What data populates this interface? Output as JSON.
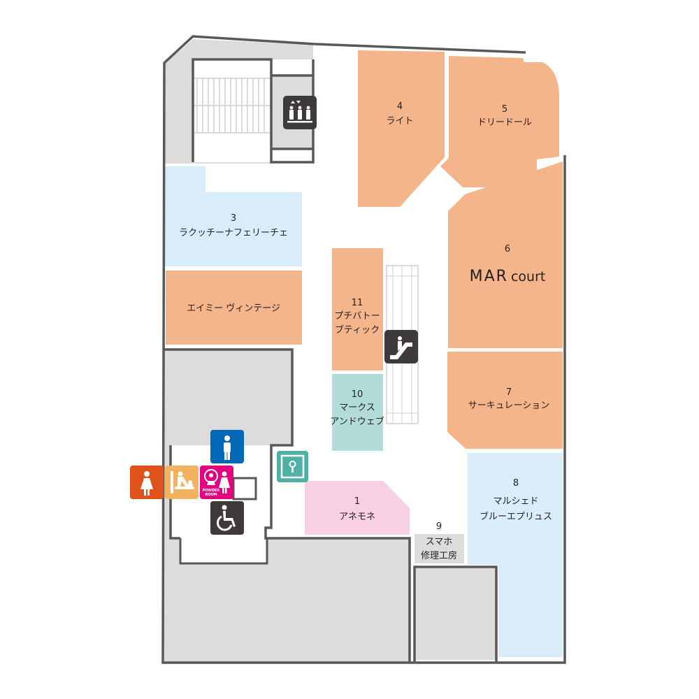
{
  "colors": {
    "orange_shop": "#f5b58a",
    "blue_shop": "#d8ecf9",
    "teal_shop": "#b2dcd9",
    "pink_shop": "#f8d0e3",
    "gray_area": "#dcdcdc",
    "wall": "#595757",
    "icon_dark": "#3e3a39",
    "icon_blue": "#0068b7",
    "icon_red": "#e0521b",
    "icon_yellow": "#f4b25f",
    "icon_magenta": "#e4007f",
    "icon_teal": "#4fb1a6"
  },
  "shops": [
    {
      "id": "4",
      "number": "4",
      "name": "ライト"
    },
    {
      "id": "5",
      "number": "5",
      "name": "ドリードール"
    },
    {
      "id": "3",
      "number": "3",
      "name": "ラクッチーナフェリーチェ"
    },
    {
      "id": "emi",
      "number": "",
      "name": "エイミー ヴィンテージ"
    },
    {
      "id": "6",
      "number": "6",
      "name_part1": "MAR",
      "name_part2": "court"
    },
    {
      "id": "11",
      "number": "11",
      "name_line1": "プチバトー",
      "name_line2": "ブティック"
    },
    {
      "id": "7",
      "number": "7",
      "name": "サーキュレーション"
    },
    {
      "id": "10",
      "number": "10",
      "name_line1": "マークス",
      "name_line2": "アンドウェブ"
    },
    {
      "id": "8",
      "number": "8",
      "name_line1": "マルシェド",
      "name_line2": "ブルーエプリュス"
    },
    {
      "id": "1",
      "number": "1",
      "name": "アネモネ"
    },
    {
      "id": "9",
      "number": "9",
      "name_line1": "スマホ",
      "name_line2": "修理工房"
    }
  ],
  "facilities": {
    "elevator": "elevator-icon",
    "escalator": "escalator-icon",
    "mens_toilet": "mens-toilet-icon",
    "womens_toilet": "womens-toilet-icon",
    "baby_care": "baby-changing-icon",
    "powder_room": "powder-room-icon",
    "powder_room_text_1": "POWDER",
    "powder_room_text_2": "ROOM",
    "accessible_toilet": "wheelchair-icon",
    "ostomate": "ostomate-icon"
  }
}
